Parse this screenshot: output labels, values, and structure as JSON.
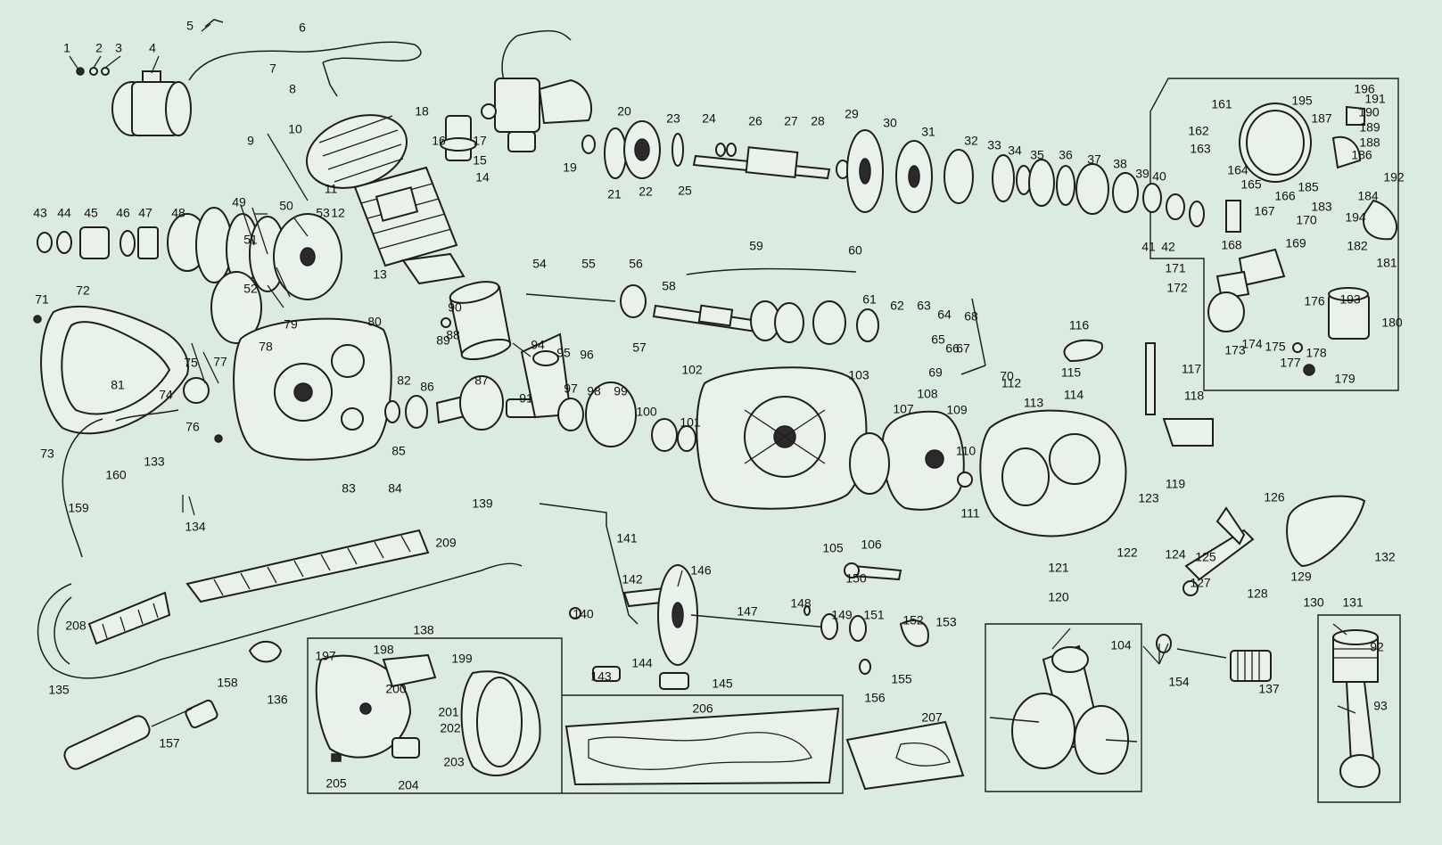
{
  "diagram": {
    "part_numbers": [
      "1",
      "2",
      "3",
      "4",
      "5",
      "6",
      "7",
      "8",
      "9",
      "10",
      "11",
      "12",
      "13",
      "14",
      "15",
      "16",
      "17",
      "18",
      "19",
      "20",
      "21",
      "22",
      "23",
      "24",
      "25",
      "26",
      "27",
      "28",
      "29",
      "30",
      "31",
      "32",
      "33",
      "34",
      "35",
      "36",
      "37",
      "38",
      "39",
      "40",
      "41",
      "42",
      "43",
      "44",
      "45",
      "46",
      "47",
      "48",
      "49",
      "50",
      "51",
      "52",
      "53",
      "54",
      "55",
      "56",
      "57",
      "58",
      "59",
      "60",
      "61",
      "62",
      "63",
      "64",
      "65",
      "66",
      "67",
      "68",
      "69",
      "70",
      "71",
      "72",
      "73",
      "74",
      "75",
      "76",
      "77",
      "78",
      "79",
      "80",
      "81",
      "82",
      "83",
      "84",
      "85",
      "86",
      "87",
      "88",
      "89",
      "90",
      "91",
      "92",
      "93",
      "94",
      "95",
      "96",
      "97",
      "98",
      "99",
      "100",
      "101",
      "102",
      "103",
      "104",
      "105",
      "106",
      "107",
      "108",
      "109",
      "110",
      "111",
      "112",
      "113",
      "114",
      "115",
      "116",
      "117",
      "118",
      "119",
      "120",
      "121",
      "122",
      "123",
      "124",
      "125",
      "126",
      "127",
      "128",
      "129",
      "130",
      "131",
      "132",
      "133",
      "134",
      "135",
      "136",
      "137",
      "138",
      "139",
      "140",
      "141",
      "142",
      "143",
      "144",
      "145",
      "146",
      "147",
      "148",
      "149",
      "150",
      "151",
      "152",
      "153",
      "154",
      "155",
      "156",
      "157",
      "158",
      "159",
      "160",
      "161",
      "162",
      "163",
      "164",
      "165",
      "166",
      "167",
      "168",
      "169",
      "170",
      "171",
      "172",
      "173",
      "174",
      "175",
      "176",
      "177",
      "178",
      "179",
      "180",
      "181",
      "182",
      "183",
      "184",
      "185",
      "186",
      "187",
      "188",
      "189",
      "190",
      "191",
      "192",
      "193",
      "194",
      "195",
      "196",
      "197",
      "198",
      "199",
      "200",
      "201",
      "202",
      "203",
      "204",
      "205",
      "206",
      "207",
      "208",
      "209"
    ]
  }
}
